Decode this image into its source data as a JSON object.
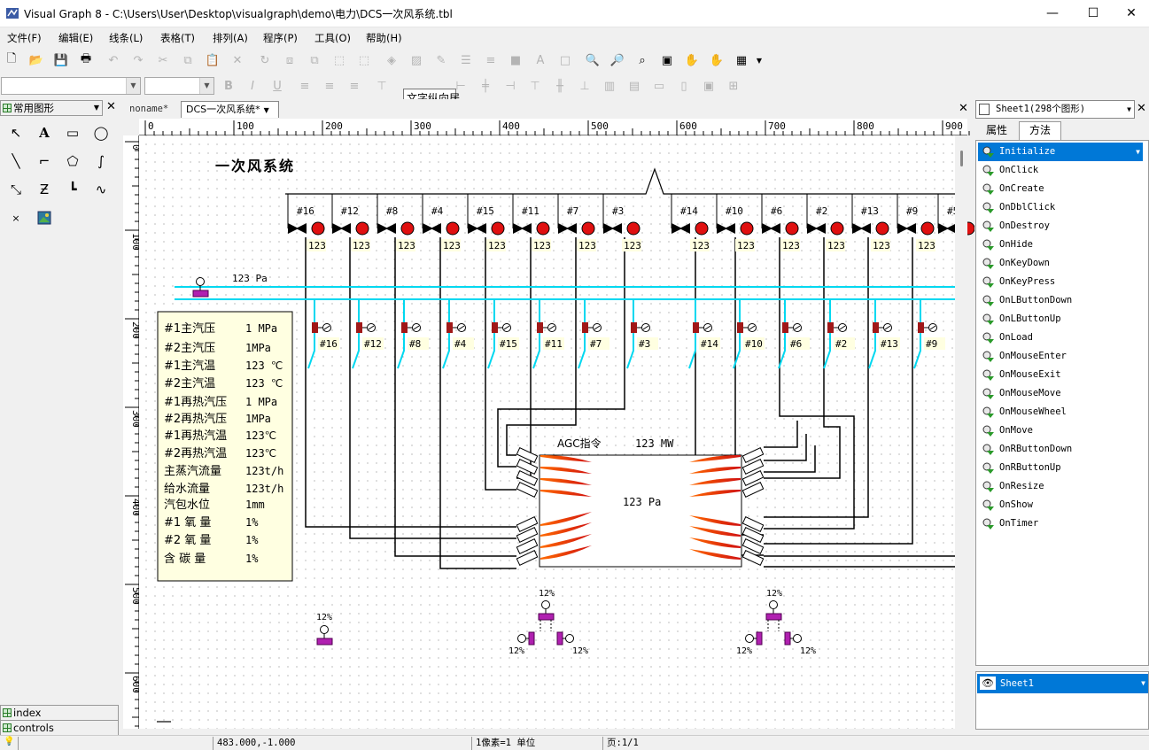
{
  "window": {
    "title": "Visual Graph 8 - C:\\Users\\User\\Desktop\\visualgraph\\demo\\电力\\DCS一次风系统.tbl",
    "minimize": "—",
    "maximize": "☐",
    "close": "✕"
  },
  "menus": [
    "文件(F)",
    "编辑(E)",
    "线条(L)",
    "表格(T)",
    "排列(A)",
    "程序(P)",
    "工具(O)",
    "帮助(H)"
  ],
  "tooltip": "文字纵向居",
  "left_panel": {
    "shapes_header": "常用图形",
    "close": "✕",
    "index_label": "index",
    "controls_label": "controls"
  },
  "tabs": {
    "first": "noname*",
    "second": "DCS一次风系统*",
    "close": "✕"
  },
  "ruler": {
    "h_labels": [
      "0",
      "100",
      "200",
      "300",
      "400",
      "500",
      "600",
      "700",
      "800",
      "900"
    ],
    "v_labels": [
      "0",
      "100",
      "200",
      "300",
      "400",
      "500",
      "600"
    ]
  },
  "drawing": {
    "title": "一次风系统",
    "pressure_main": "123  Pa",
    "boiler_pressure": "123 Pa",
    "agc_label": "AGC指令",
    "agc_value": "123 MW",
    "top_valve_labels": [
      "#16",
      "#12",
      "#8",
      "#4",
      "#15",
      "#11",
      "#7",
      "#3",
      "#14",
      "#10",
      "#6",
      "#2",
      "#13",
      "#9",
      "#5"
    ],
    "top_values": [
      "123",
      "123",
      "123",
      "123",
      "123",
      "123",
      "123",
      "123",
      "123",
      "123",
      "123",
      "123",
      "123",
      "123"
    ],
    "lower_valve_labels": [
      "#16",
      "#12",
      "#8",
      "#4",
      "#15",
      "#11",
      "#7",
      "#3",
      "#14",
      "#10",
      "#6",
      "#2",
      "#13",
      "#9"
    ],
    "info_rows": [
      {
        "name": "#1主汽压",
        "value": "1  MPa"
      },
      {
        "name": "#2主汽压",
        "value": "1MPa"
      },
      {
        "name": "#1主汽温",
        "value": "123 ℃"
      },
      {
        "name": "#2主汽温",
        "value": "123 ℃"
      },
      {
        "name": "#1再热汽压",
        "value": "1 MPa"
      },
      {
        "name": "#2再热汽压",
        "value": "1MPa"
      },
      {
        "name": "#1再热汽温",
        "value": "123℃"
      },
      {
        "name": "#2再热汽温",
        "value": "123℃"
      },
      {
        "name": "主蒸汽流量",
        "value": "123t/h"
      },
      {
        "name": "给水流量",
        "value": "123t/h"
      },
      {
        "name": "汽包水位",
        "value": "1mm"
      },
      {
        "name": "#1 氧 量",
        "value": "1%"
      },
      {
        "name": " #2 氧 量",
        "value": "1%"
      },
      {
        "name": "含 碳 量",
        "value": "1%"
      }
    ],
    "pct": "12%"
  },
  "right_panel": {
    "sheet_combo": "Sheet1(298个图形)",
    "tab_properties": "属性",
    "tab_methods": "方法",
    "methods": [
      "Initialize",
      "OnClick",
      "OnCreate",
      "OnDblClick",
      "OnDestroy",
      "OnHide",
      "OnKeyDown",
      "OnKeyPress",
      "OnLButtonDown",
      "OnLButtonUp",
      "OnLoad",
      "OnMouseEnter",
      "OnMouseExit",
      "OnMouseMove",
      "OnMouseWheel",
      "OnMove",
      "OnRButtonDown",
      "OnRButtonUp",
      "OnResize",
      "OnShow",
      "OnTimer"
    ],
    "sheet_item": "Sheet1"
  },
  "status": {
    "coords": "483.000,-1.000",
    "scale": "1像素=1 单位",
    "page": "页:1/1"
  },
  "colors": {
    "accent": "#0078d7",
    "pipe": "#00d8f0",
    "flame": "#e02020",
    "valve": "#a01818"
  }
}
